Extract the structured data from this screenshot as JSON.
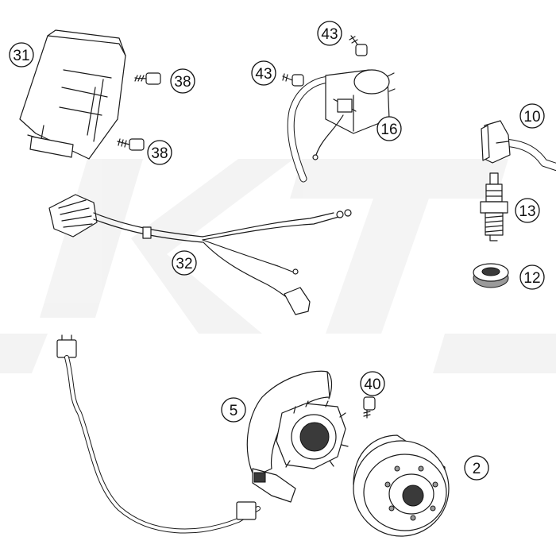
{
  "diagram": {
    "watermark": "KTM",
    "callouts": {
      "c31": "31",
      "c38a": "38",
      "c38b": "38",
      "c43a": "43",
      "c43b": "43",
      "c16": "16",
      "c10": "10",
      "c13": "13",
      "c12": "12",
      "c32": "32",
      "c5": "5",
      "c40": "40",
      "c2": "2"
    }
  }
}
